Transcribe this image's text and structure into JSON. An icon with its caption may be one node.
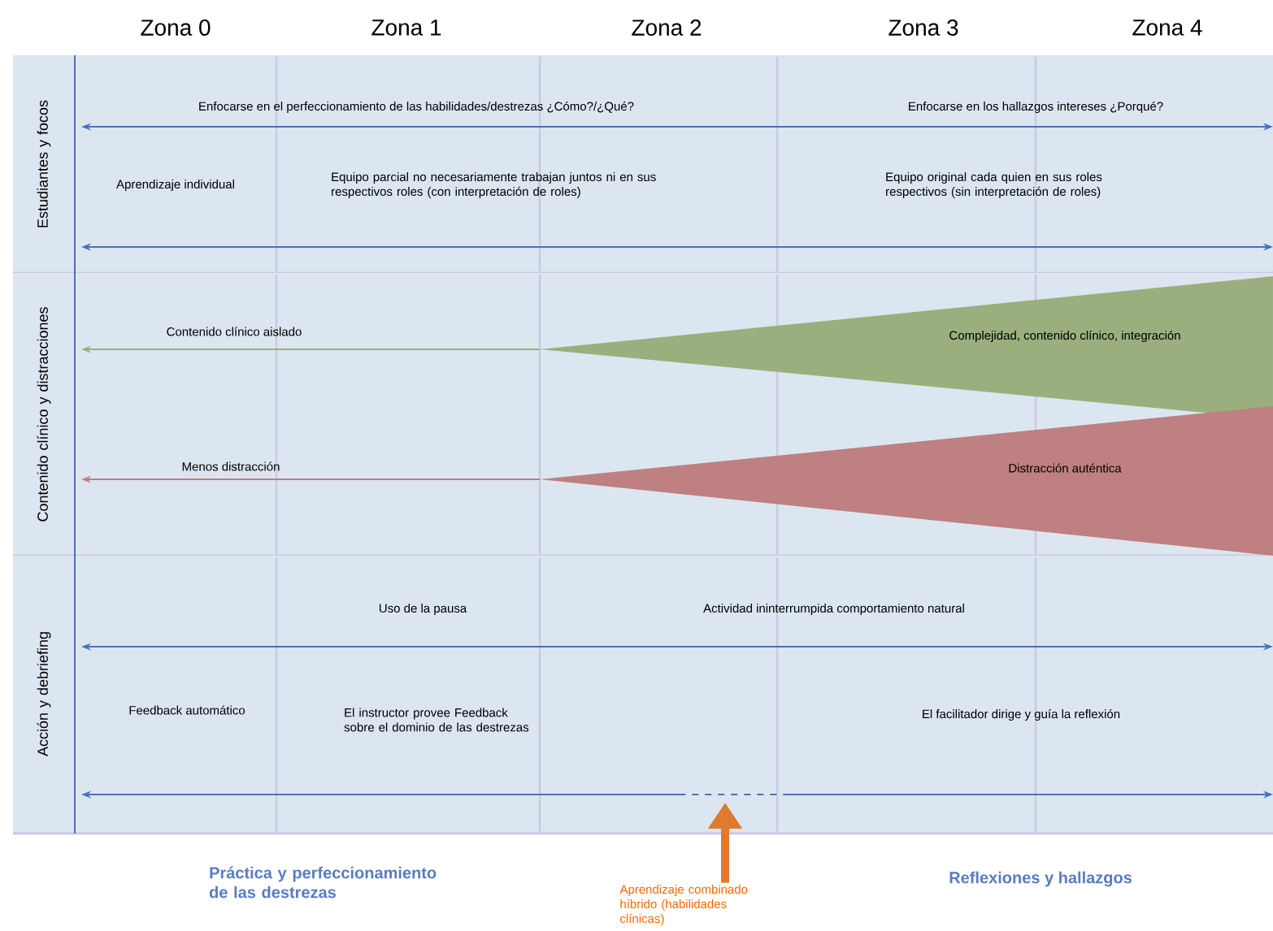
{
  "diagram": {
    "nodes": [
      {
        "text": [
          "Estudiantes y focos"
        ]
      },
      {
        "text": [
          "Contenido clínico y distracciones"
        ]
      },
      {
        "text": [
          "Acción y debriefing"
        ]
      },
      {
        "text": [
          "Complejidad, contenido clínico, integración"
        ],
        "in": 1
      },
      {
        "text": [
          "Distracción auténtica"
        ],
        "in": 1
      },
      {
        "text": [
          "Aprendizaje combinado híbrido (habilidades clínicas)"
        ]
      }
    ],
    "edges": [
      {
        "from": 3,
        "to": null,
        "arrow": "to",
        "color": "#9aaf7e"
      },
      {
        "from": 4,
        "to": null,
        "arrow": "to",
        "color": "#c07d7e"
      },
      {
        "from": 5,
        "to": 2,
        "arrow": "to",
        "style": "thick",
        "color": "#e07a2e"
      }
    ],
    "labels": [
      "Zona 0",
      "Zona 1",
      "Zona 2",
      "Zona 3",
      "Zona 4",
      "Enfocarse en el perfeccionamiento de las habilidades/destrezas ¿Cómo?/¿Qué?",
      "Enfocarse en los hallazgos intereses ¿Porqué?",
      "Aprendizaje individual",
      "Equipo parcial no necesariamente trabajan juntos ni en sus respectivos roles (con interpretación de roles)",
      "Equipo original cada quien en sus roles respectivos (sin interpretación de roles)",
      "Contenido clínico aislado",
      "Menos distracción",
      "Uso de la pausa",
      "Actividad ininterrumpida comportamiento natural",
      "Feedback automático",
      "El instructor provee Feedback sobre el dominio de las destrezas",
      "El facilitador dirige y guía la reflexión",
      "Práctica y perfeccionamiento de las destrezas",
      "Reflexiones y hallazgos"
    ]
  }
}
